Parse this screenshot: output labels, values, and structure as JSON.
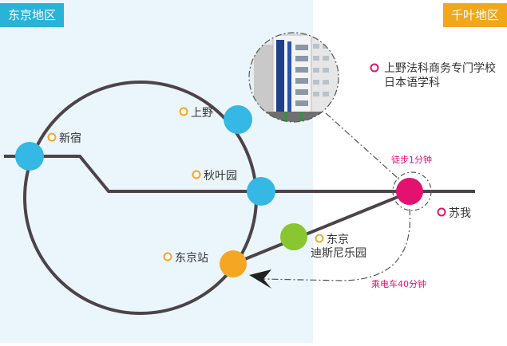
{
  "regions": {
    "tokyo": "东京地区",
    "chiba": "千叶地区"
  },
  "colors": {
    "tokyo_area_bg": "#eaf6fc",
    "tokyo_tag": "#29b3d8",
    "chiba_tag": "#f0a81a",
    "rail_line": "#4d4349",
    "station_major": "#35b8e3",
    "station_disney": "#8ac630",
    "station_tokyo": "#f5a623",
    "station_soga": "#e4126f",
    "label_marker": "#f5a623",
    "school_marker": "#e4126f",
    "note_text": "#e4126f"
  },
  "stations": {
    "ueno": "上野",
    "shinjuku": "新宿",
    "akihabara": "秋叶园",
    "tokyo": "东京站",
    "disney_line1": "东京",
    "disney_line2": "迪斯尼乐园",
    "soga": "苏我"
  },
  "school": {
    "name_line1": "上野法科商务专门学校",
    "name_line2": "日本语学科",
    "photo_icon": "school-building-photo"
  },
  "notes": {
    "walk": "徒步1分钟",
    "train": "乘电车40分钟"
  }
}
